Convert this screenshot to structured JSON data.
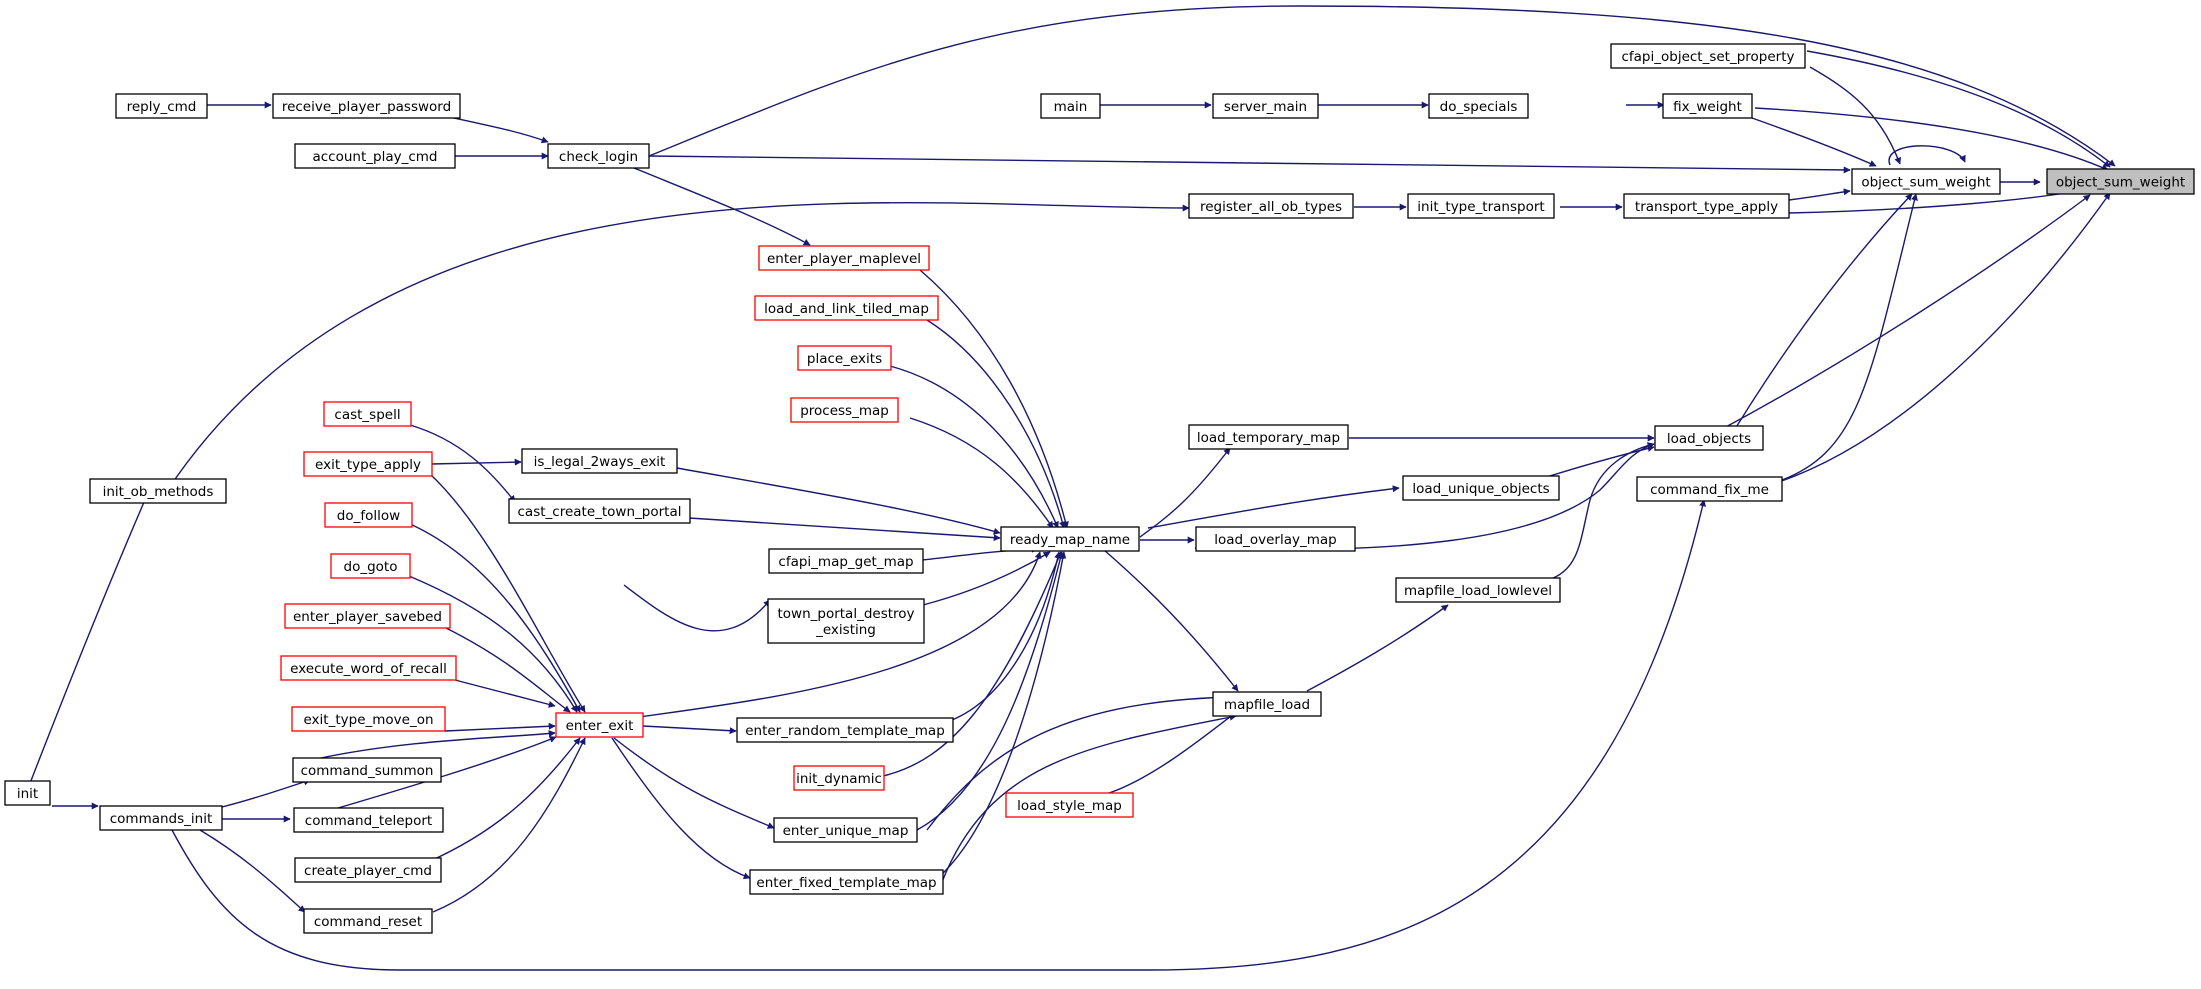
{
  "graph": {
    "colors": {
      "edge": "#191970",
      "normal_border": "#000000",
      "missing_border": "#ff0000",
      "target_fill": "#bfbfbf"
    },
    "nodes": [
      {
        "id": "object_sum_weight",
        "label": "object_sum_weight",
        "style": "target"
      },
      {
        "id": "object_sum_weight2",
        "label": "object_sum_weight",
        "style": "normal"
      },
      {
        "id": "cfapi_object_set_property",
        "label": "cfapi_object_set_property",
        "style": "normal"
      },
      {
        "id": "fix_weight",
        "label": "fix_weight",
        "style": "normal"
      },
      {
        "id": "transport_type_apply",
        "label": "transport_type_apply",
        "style": "normal"
      },
      {
        "id": "load_objects",
        "label": "load_objects",
        "style": "normal"
      },
      {
        "id": "command_fix_me",
        "label": "command_fix_me",
        "style": "normal"
      },
      {
        "id": "do_specials",
        "label": "do_specials",
        "style": "normal"
      },
      {
        "id": "server_main",
        "label": "server_main",
        "style": "normal"
      },
      {
        "id": "main",
        "label": "main",
        "style": "normal"
      },
      {
        "id": "check_login",
        "label": "check_login",
        "style": "normal"
      },
      {
        "id": "receive_player_password",
        "label": "receive_player_password",
        "style": "normal"
      },
      {
        "id": "reply_cmd",
        "label": "reply_cmd",
        "style": "normal"
      },
      {
        "id": "account_play_cmd",
        "label": "account_play_cmd",
        "style": "normal"
      },
      {
        "id": "init_type_transport",
        "label": "init_type_transport",
        "style": "normal"
      },
      {
        "id": "register_all_ob_types",
        "label": "register_all_ob_types",
        "style": "normal"
      },
      {
        "id": "init_ob_methods",
        "label": "init_ob_methods",
        "style": "normal"
      },
      {
        "id": "init",
        "label": "init",
        "style": "normal"
      },
      {
        "id": "load_temporary_map",
        "label": "load_temporary_map",
        "style": "normal"
      },
      {
        "id": "load_unique_objects",
        "label": "load_unique_objects",
        "style": "normal"
      },
      {
        "id": "load_overlay_map",
        "label": "load_overlay_map",
        "style": "normal"
      },
      {
        "id": "mapfile_load_lowlevel",
        "label": "mapfile_load_lowlevel",
        "style": "normal"
      },
      {
        "id": "mapfile_load",
        "label": "mapfile_load",
        "style": "normal"
      },
      {
        "id": "ready_map_name",
        "label": "ready_map_name",
        "style": "normal"
      },
      {
        "id": "load_style_map",
        "label": "load_style_map",
        "style": "missing"
      },
      {
        "id": "enter_player_maplevel",
        "label": "enter_player_maplevel",
        "style": "missing"
      },
      {
        "id": "load_and_link_tiled_map",
        "label": "load_and_link_tiled_map",
        "style": "missing"
      },
      {
        "id": "place_exits",
        "label": "place_exits",
        "style": "missing"
      },
      {
        "id": "process_map",
        "label": "process_map",
        "style": "missing"
      },
      {
        "id": "is_legal_2ways_exit",
        "label": "is_legal_2ways_exit",
        "style": "normal"
      },
      {
        "id": "cast_create_town_portal",
        "label": "cast_create_town_portal",
        "style": "normal"
      },
      {
        "id": "cfapi_map_get_map",
        "label": "cfapi_map_get_map",
        "style": "normal"
      },
      {
        "id": "town_portal_destroy_existing",
        "label": [
          "town_portal_destroy",
          "_existing"
        ],
        "style": "normal"
      },
      {
        "id": "enter_random_template_map",
        "label": "enter_random_template_map",
        "style": "normal"
      },
      {
        "id": "init_dynamic",
        "label": "init_dynamic",
        "style": "missing"
      },
      {
        "id": "enter_unique_map",
        "label": "enter_unique_map",
        "style": "normal"
      },
      {
        "id": "enter_fixed_template_map",
        "label": "enter_fixed_template_map",
        "style": "normal"
      },
      {
        "id": "enter_exit",
        "label": "enter_exit",
        "style": "missing"
      },
      {
        "id": "cast_spell",
        "label": "cast_spell",
        "style": "missing"
      },
      {
        "id": "exit_type_apply",
        "label": "exit_type_apply",
        "style": "missing"
      },
      {
        "id": "do_follow",
        "label": "do_follow",
        "style": "missing"
      },
      {
        "id": "do_goto",
        "label": "do_goto",
        "style": "missing"
      },
      {
        "id": "enter_player_savebed",
        "label": "enter_player_savebed",
        "style": "missing"
      },
      {
        "id": "execute_word_of_recall",
        "label": "execute_word_of_recall",
        "style": "missing"
      },
      {
        "id": "exit_type_move_on",
        "label": "exit_type_move_on",
        "style": "missing"
      },
      {
        "id": "command_summon",
        "label": "command_summon",
        "style": "normal"
      },
      {
        "id": "command_teleport",
        "label": "command_teleport",
        "style": "normal"
      },
      {
        "id": "create_player_cmd",
        "label": "create_player_cmd",
        "style": "normal"
      },
      {
        "id": "command_reset",
        "label": "command_reset",
        "style": "normal"
      },
      {
        "id": "commands_init",
        "label": "commands_init",
        "style": "normal"
      }
    ]
  }
}
